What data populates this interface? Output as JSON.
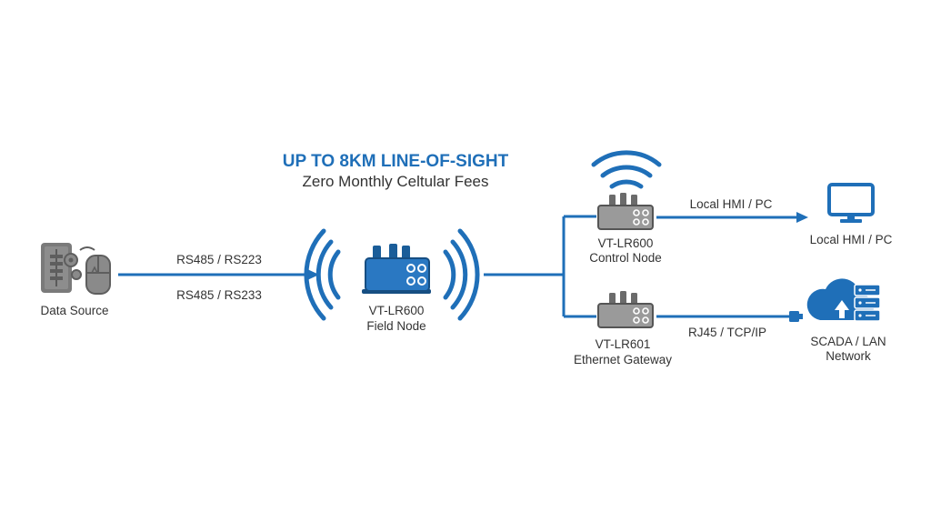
{
  "headline": {
    "title": "UP TO 8KM LINE-OF-SIGHT",
    "subtitle": "Zero Monthly Celtular Fees"
  },
  "data_source": {
    "label": "Data Source"
  },
  "links": {
    "serial_top": "RS485 / RS223",
    "serial_bottom": "RS485 / RS233",
    "hmi_link": "Local HMI / PC",
    "lan_link": "RJ45 / TCP/IP"
  },
  "field_node": {
    "model": "VT-LR600",
    "role": "Field Node"
  },
  "control_node": {
    "model": "VT-LR600",
    "role": "Control Node"
  },
  "ethernet_gateway": {
    "model": "VT-LR601",
    "role": "Ethernet Gateway"
  },
  "hmi": {
    "label": "Local HMI / PC"
  },
  "scada": {
    "line1": "SCADA / LAN",
    "line2": "Network"
  },
  "colors": {
    "accent_blue": "#1f6fb8",
    "icon_gray": "#6b6b6b",
    "text": "#333333"
  }
}
